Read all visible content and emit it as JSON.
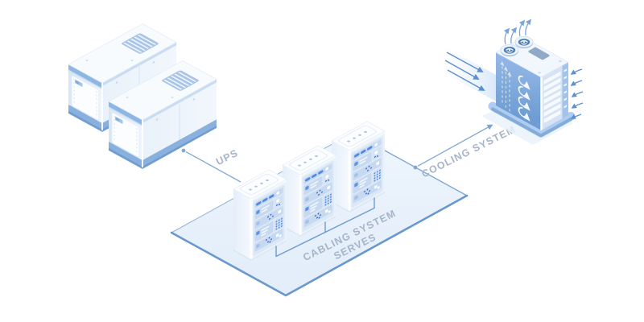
{
  "diagram": {
    "name": "data-center-infrastructure",
    "background": "#ffffff",
    "labels": {
      "ups": "UPS",
      "cabling_line1": "CABLING SYSTEM",
      "cabling_line2": "SERVES",
      "cooling": "COOLING SYSTEM"
    },
    "components": {
      "ups_cabinets": "2 UPS cabinets",
      "server_racks": "3 server racks on platform",
      "cooling_unit": "cooling unit with 2 top fans"
    },
    "colors": {
      "accent_blue": "#4f8ae0",
      "connector_blue": "#6d9bd1",
      "label_text": "#a6b4c9",
      "platform_fill": "#e9f1fb",
      "cooling_face_blue": "#7fa9dc",
      "base_blue": "#87afdc"
    }
  }
}
